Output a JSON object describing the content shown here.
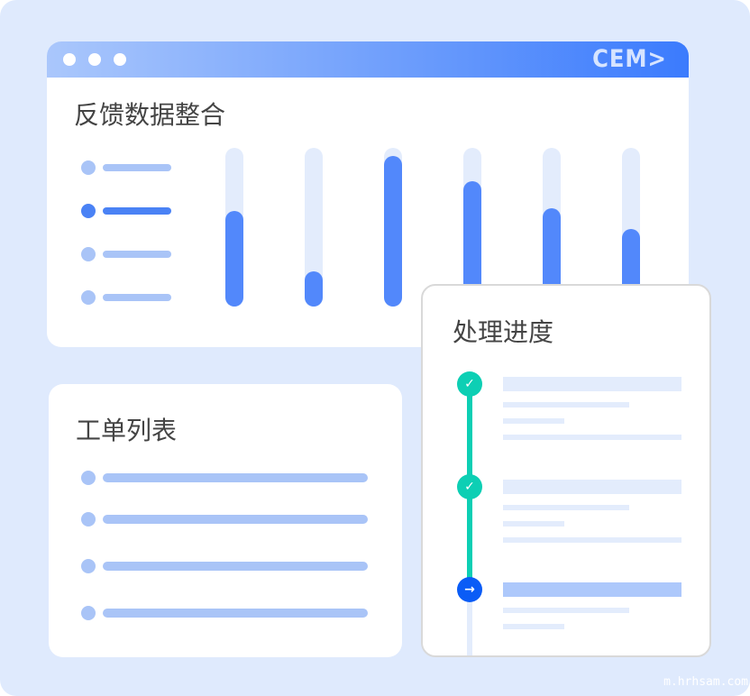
{
  "window": {
    "brand": "CEM>",
    "title": "反馈数据整合"
  },
  "legend": {
    "active_index": 1
  },
  "chart_data": {
    "type": "bar",
    "values_percent": [
      60,
      22,
      95,
      79,
      62,
      49
    ]
  },
  "ticket_card": {
    "title": "工单列表"
  },
  "progress_card": {
    "title": "处理进度",
    "steps": [
      {
        "status": "done",
        "icon": "check-icon"
      },
      {
        "status": "done",
        "icon": "check-icon"
      },
      {
        "status": "current",
        "icon": "arrow-right-icon"
      }
    ]
  },
  "colors": {
    "accent": "#5288fb",
    "done": "#0dcfb4",
    "current": "#0a5cf6"
  },
  "watermark": "m.hrhsam.com"
}
